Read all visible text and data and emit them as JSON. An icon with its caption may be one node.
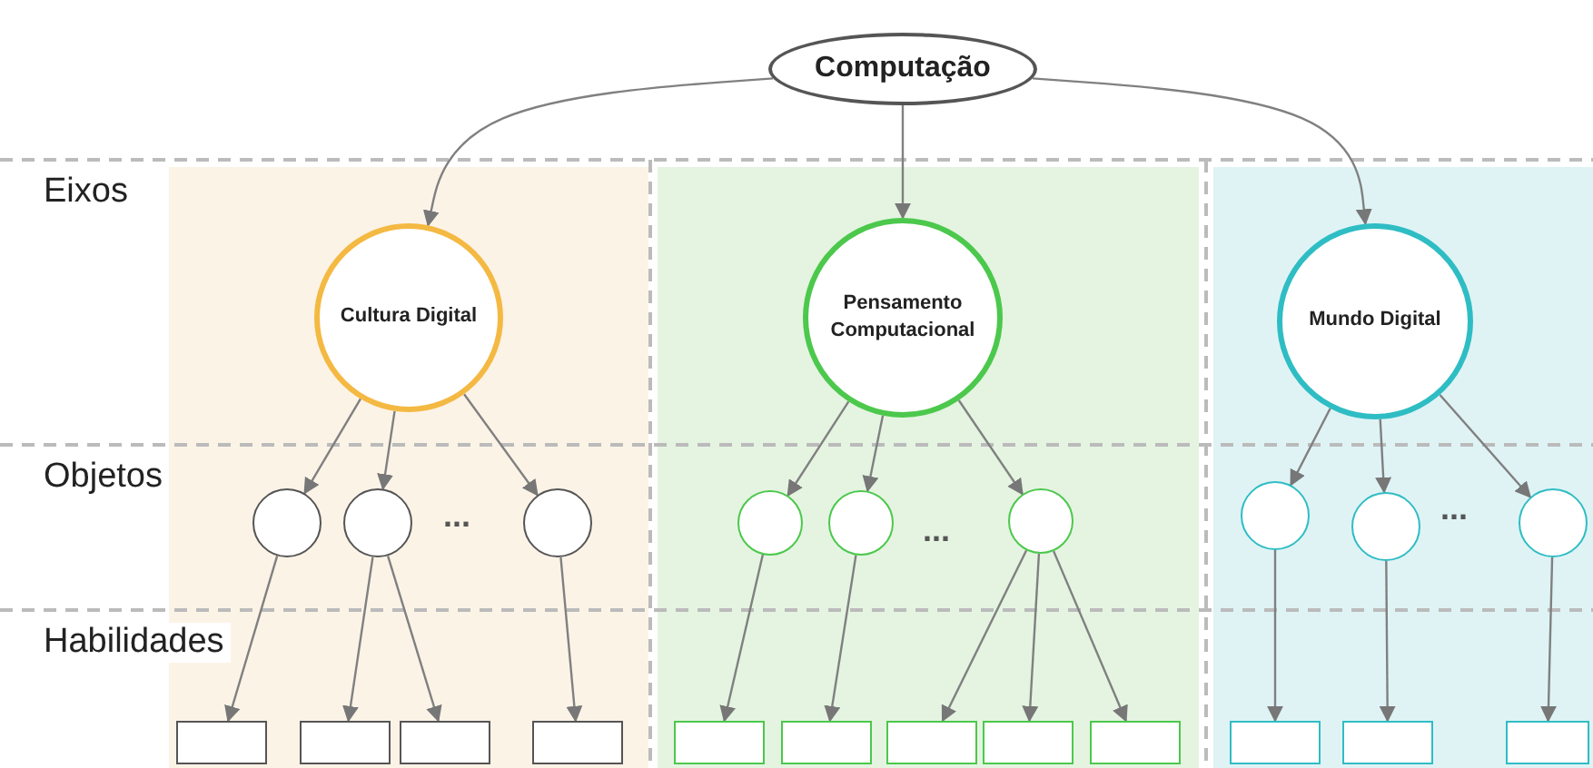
{
  "diagram": {
    "nodes": [
      {
        "text": [
          "Computação"
        ]
      },
      {
        "text": [
          "Cultura Digital"
        ]
      },
      {
        "text": [
          "Pensamento Computacional"
        ]
      },
      {
        "text": [
          "Mundo Digital"
        ]
      },
      {
        "text": [],
        "shape": "circle"
      },
      {
        "text": [],
        "shape": "circle"
      },
      {
        "text": [],
        "shape": "circle"
      },
      {
        "text": [],
        "shape": "circle"
      },
      {
        "text": [],
        "shape": "circle"
      },
      {
        "text": [],
        "shape": "circle"
      },
      {
        "text": [],
        "shape": "circle"
      },
      {
        "text": [],
        "shape": "circle"
      },
      {
        "text": [],
        "shape": "circle"
      },
      {
        "text": [],
        "shape": "box"
      },
      {
        "text": [],
        "shape": "box"
      },
      {
        "text": [],
        "shape": "box"
      },
      {
        "text": [],
        "shape": "box"
      },
      {
        "text": [],
        "shape": "box"
      },
      {
        "text": [],
        "shape": "box"
      },
      {
        "text": [],
        "shape": "box"
      },
      {
        "text": [],
        "shape": "box"
      },
      {
        "text": [],
        "shape": "box"
      },
      {
        "text": [],
        "shape": "box"
      },
      {
        "text": [],
        "shape": "box"
      },
      {
        "text": [],
        "shape": "box"
      }
    ],
    "edges": [
      {
        "from": 0,
        "to": 1,
        "arrow": "to"
      },
      {
        "from": 0,
        "to": 2,
        "arrow": "to"
      },
      {
        "from": 0,
        "to": 3,
        "arrow": "to"
      },
      {
        "from": 1,
        "to": 4,
        "arrow": "to"
      },
      {
        "from": 1,
        "to": 5,
        "arrow": "to"
      },
      {
        "from": 1,
        "to": 6,
        "arrow": "to"
      },
      {
        "from": 2,
        "to": 7,
        "arrow": "to"
      },
      {
        "from": 2,
        "to": 8,
        "arrow": "to"
      },
      {
        "from": 2,
        "to": 9,
        "arrow": "to"
      },
      {
        "from": 3,
        "to": 10,
        "arrow": "to"
      },
      {
        "from": 3,
        "to": 11,
        "arrow": "to"
      },
      {
        "from": 3,
        "to": 12,
        "arrow": "to"
      },
      {
        "from": 4,
        "to": 13,
        "arrow": "to"
      },
      {
        "from": 5,
        "to": 14,
        "arrow": "to"
      },
      {
        "from": 5,
        "to": 15,
        "arrow": "to"
      },
      {
        "from": 6,
        "to": 16,
        "arrow": "to"
      },
      {
        "from": 7,
        "to": 17,
        "arrow": "to"
      },
      {
        "from": 8,
        "to": 18,
        "arrow": "to"
      },
      {
        "from": 9,
        "to": 19,
        "arrow": "to"
      },
      {
        "from": 9,
        "to": 20,
        "arrow": "to"
      },
      {
        "from": 9,
        "to": 21,
        "arrow": "to"
      },
      {
        "from": 10,
        "to": 22,
        "arrow": "to"
      },
      {
        "from": 11,
        "to": 23,
        "arrow": "to"
      },
      {
        "from": 12,
        "to": 24,
        "arrow": "to"
      }
    ],
    "labels": [
      "Eixos",
      "Objetos",
      "Habilidades",
      "...",
      "...",
      "..."
    ]
  }
}
